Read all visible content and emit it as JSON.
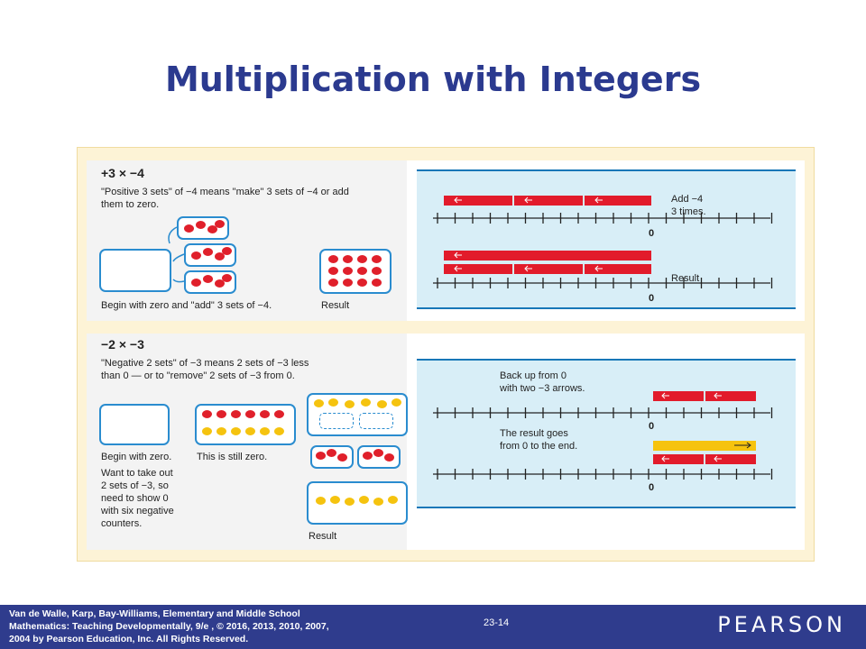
{
  "slide": {
    "title": "Multiplication with Integers"
  },
  "panel1": {
    "header": "+3 × −4",
    "text_line1": "\"Positive 3 sets\" of −4 means \"make\" 3 sets of −4 or add",
    "text_line2": "them to zero.",
    "caption_begin": "Begin with zero and \"add\" 3 sets of −4.",
    "caption_result": "Result",
    "numline_note1": "Add −4",
    "numline_note2": "3 times.",
    "numline_result": "Result",
    "zero_label_top": "0",
    "zero_label_bottom": "0"
  },
  "panel2": {
    "header": "−2 × −3",
    "text_line1": "\"Negative 2 sets\" of −3 means 2 sets of −3 less",
    "text_line2": "than 0 — or to \"remove\" 2 sets of −3 from 0.",
    "caption_begin": "Begin with zero.",
    "caption_still": "This is still zero.",
    "caption_want1": "Want to take out",
    "caption_want2": "2 sets of −3, so",
    "caption_want3": "need to show 0",
    "caption_want4": "with six negative",
    "caption_want5": "counters.",
    "caption_result": "Result",
    "numline_note1": "Back up from 0",
    "numline_note2": "with two −3 arrows.",
    "numline_note3": "The result goes",
    "numline_note4": "from 0 to the end.",
    "zero_label_top": "0",
    "zero_label_bottom": "0"
  },
  "footer": {
    "cite_line1": "Van de Walle, Karp, Bay-Williams, Elementary and Middle School",
    "cite_line2": "Mathematics: Teaching Developmentally, 9/e , © 2016, 2013, 2010, 2007,",
    "cite_line3": "2004 by Pearson Education, Inc. All Rights Reserved.",
    "page_number": "23-14",
    "logo": "PEARSON"
  },
  "colors": {
    "title": "#2b3a8f",
    "footer_bg": "#2f3c8d",
    "red_counter": "#e0202b",
    "yellow_counter": "#f5c30f",
    "numline_bg": "#d8eef7"
  }
}
